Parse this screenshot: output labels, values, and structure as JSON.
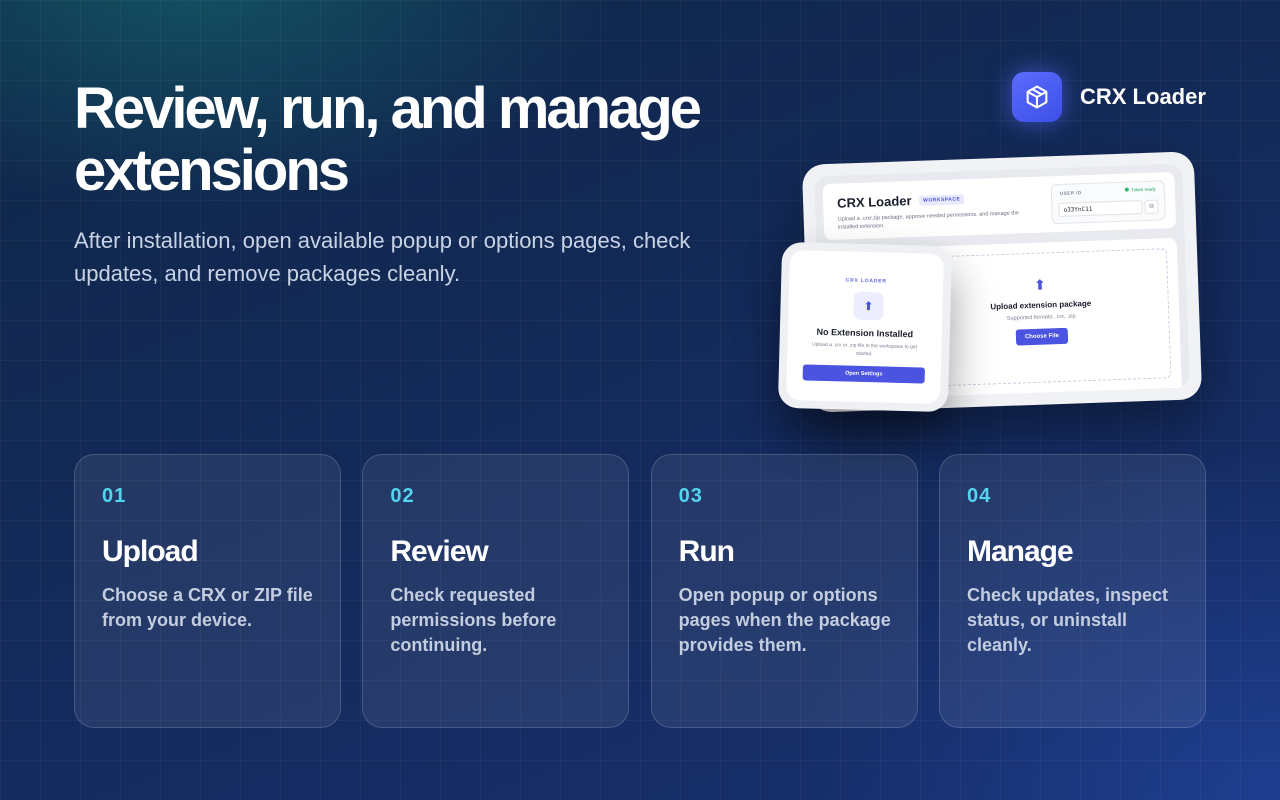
{
  "hero": {
    "title": "Review, run, and manage extensions",
    "subtitle": "After installation, open available popup or options pages, check updates, and remove packages cleanly."
  },
  "brand": {
    "name": "CRX Loader",
    "icon": "package-box-icon",
    "accent": "#4b54e0"
  },
  "mock_window": {
    "title": "CRX Loader",
    "badge": "WORKSPACE",
    "description": "Upload a .crx/.zip package, approve needed permissions, and manage the installed extension.",
    "user_id_label": "USER ID",
    "token_status": "Token ready",
    "user_id_value": "o33YnC11",
    "upload_title": "Upload extension package",
    "upload_formats": "Supported formats: .crx, .zip",
    "choose_button": "Choose File"
  },
  "mock_popup": {
    "label": "CRX LOADER",
    "title": "No Extension Installed",
    "description": "Upload a .crx or .zip file in the workspace to get started.",
    "button": "Open Settings"
  },
  "steps": [
    {
      "num": "01",
      "title": "Upload",
      "desc": "Choose a CRX or ZIP file from your device."
    },
    {
      "num": "02",
      "title": "Review",
      "desc": "Check requested permissions before continuing."
    },
    {
      "num": "03",
      "title": "Run",
      "desc": "Open popup or options pages when the package provides them."
    },
    {
      "num": "04",
      "title": "Manage",
      "desc": "Check updates, inspect status, or uninstall cleanly."
    }
  ],
  "colors": {
    "step_number": "#52d5ee",
    "background": "#142a5c"
  }
}
